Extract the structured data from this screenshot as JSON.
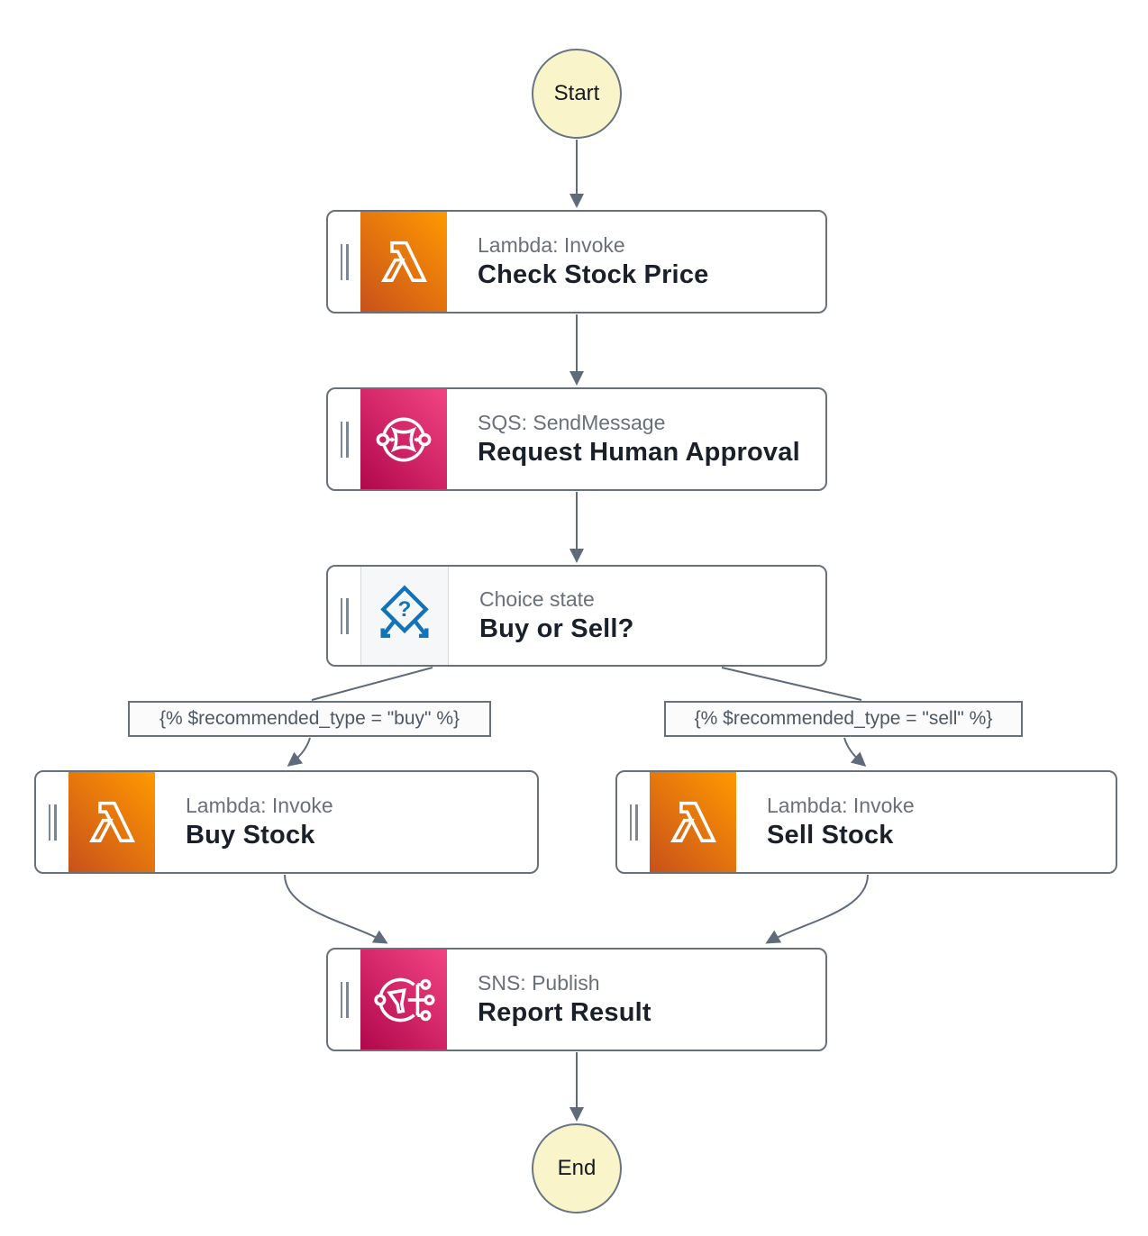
{
  "diagram": {
    "start_label": "Start",
    "end_label": "End",
    "nodes": [
      {
        "id": "check-stock-price",
        "type_label": "Lambda: Invoke",
        "name": "Check Stock Price",
        "service": "lambda"
      },
      {
        "id": "request-human-approval",
        "type_label": "SQS: SendMessage",
        "name": "Request Human Approval",
        "service": "sqs"
      },
      {
        "id": "buy-or-sell",
        "type_label": "Choice state",
        "name": "Buy or Sell?",
        "service": "choice"
      },
      {
        "id": "buy-stock",
        "type_label": "Lambda: Invoke",
        "name": "Buy Stock",
        "service": "lambda"
      },
      {
        "id": "sell-stock",
        "type_label": "Lambda: Invoke",
        "name": "Sell Stock",
        "service": "lambda"
      },
      {
        "id": "report-result",
        "type_label": "SNS: Publish",
        "name": "Report Result",
        "service": "sns"
      }
    ],
    "conditions": [
      {
        "id": "buy-rule",
        "label": "{% $recommended_type = \"buy\" %}"
      },
      {
        "id": "sell-rule",
        "label": "{% $recommended_type = \"sell\" %}"
      }
    ],
    "icons": {
      "lambda": "lambda-icon",
      "sqs": "sqs-icon",
      "sns": "sns-icon",
      "choice": "choice-icon",
      "drag_handle": "drag-handle-icon"
    },
    "colors": {
      "lambda_gradient_start": "#C8511B",
      "lambda_gradient_end": "#FF9900",
      "pink_gradient_start": "#B0084D",
      "pink_gradient_end": "#F34482",
      "choice_icon_blue": "#1273B8",
      "node_border": "#687078",
      "arrow": "#5F6B7A",
      "terminal_fill": "#F9F4C9",
      "title_text": "#1A2029",
      "subtitle_text": "#697078",
      "condition_text": "#4D5864"
    }
  }
}
